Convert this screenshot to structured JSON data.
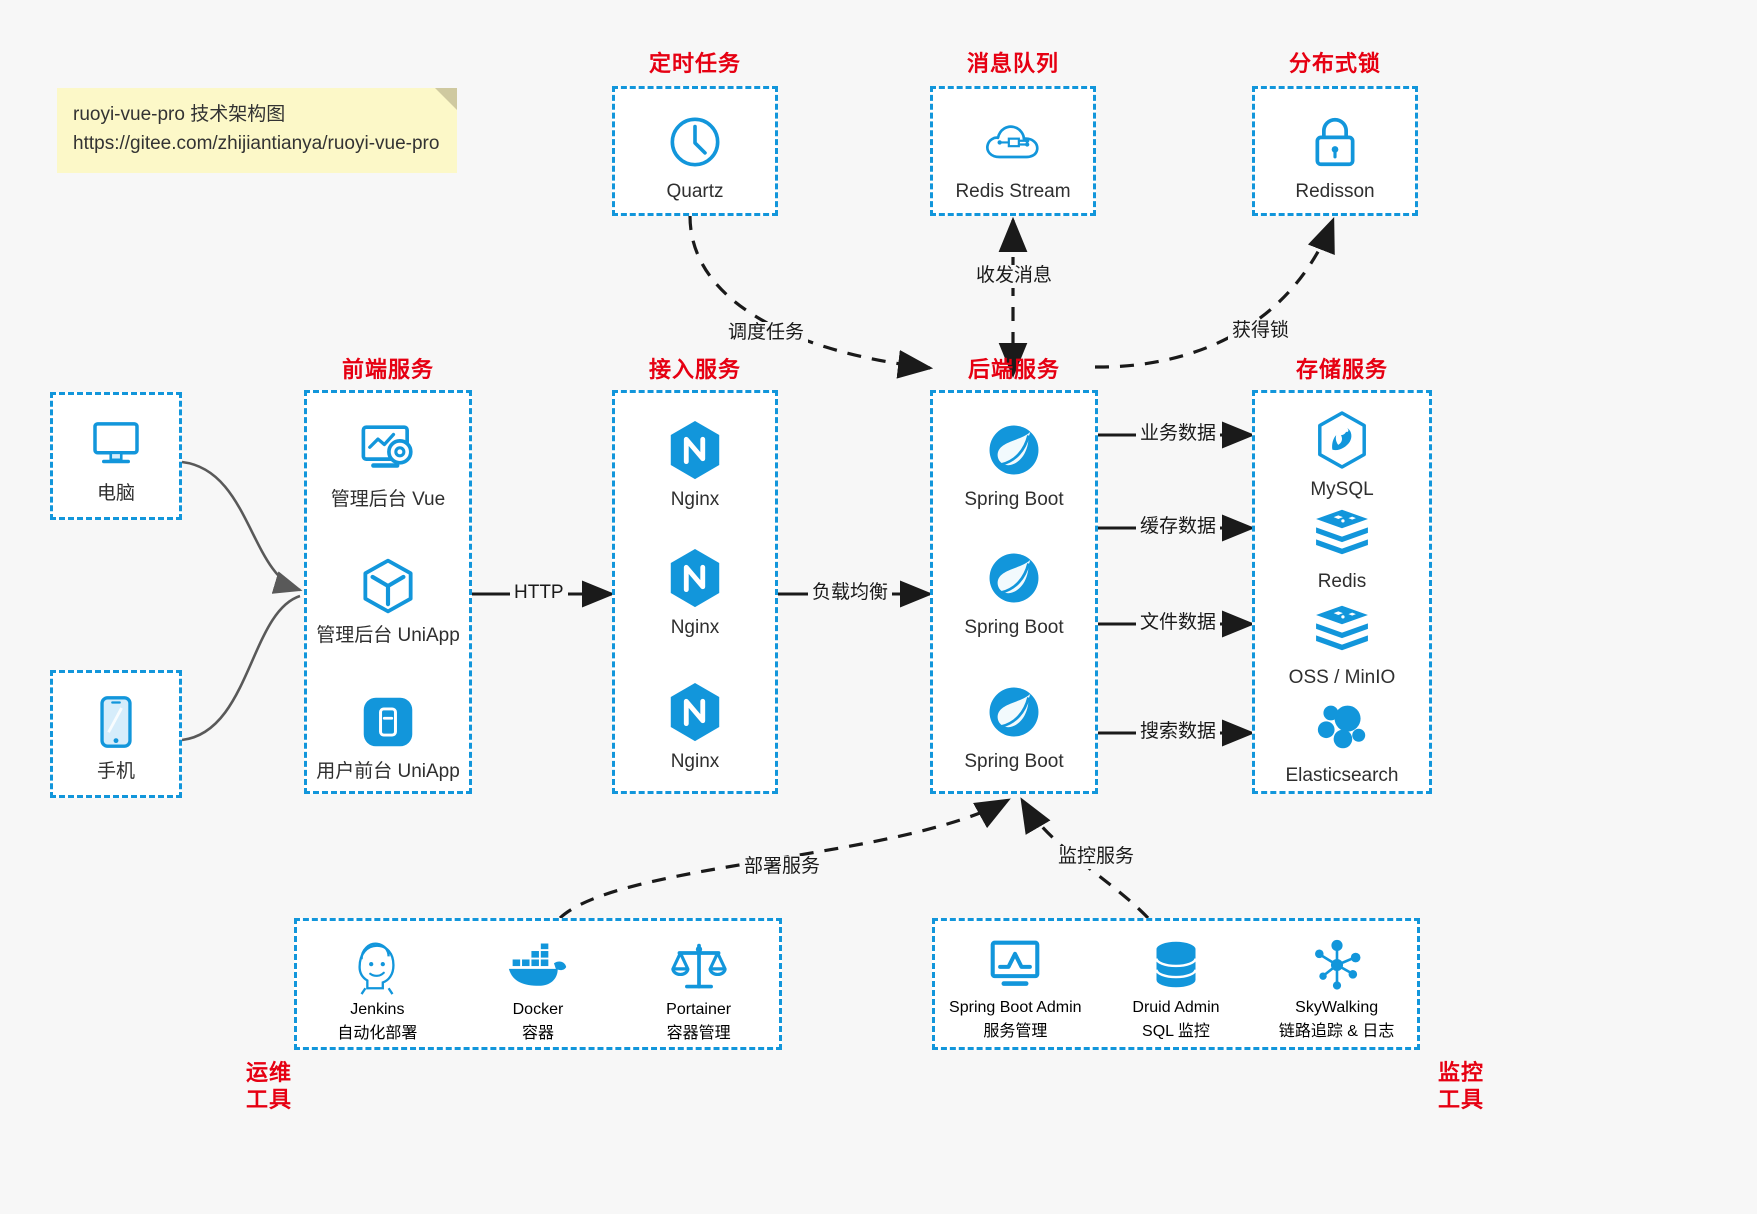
{
  "note": {
    "line1": "ruoyi-vue-pro 技术架构图",
    "line2": "https://gitee.com/zhijiantianya/ruoyi-vue-pro"
  },
  "colors": {
    "accent_blue": "#1296db",
    "title_red": "#e60012",
    "text_dark": "#2f2f2f",
    "arrow_gray": "#595959",
    "note_yellow": "#fcf8c8",
    "page_bg": "#f7f7f7"
  },
  "groups": {
    "scheduler": {
      "title": "定时任务",
      "items": [
        {
          "label": "Quartz",
          "icon": "clock-icon"
        }
      ]
    },
    "mq": {
      "title": "消息队列",
      "items": [
        {
          "label": "Redis Stream",
          "icon": "cloud-stream-icon"
        }
      ]
    },
    "lock": {
      "title": "分布式锁",
      "items": [
        {
          "label": "Redisson",
          "icon": "padlock-icon"
        }
      ]
    },
    "clients": {
      "items": [
        {
          "label": "电脑",
          "icon": "desktop-icon"
        },
        {
          "label": "手机",
          "icon": "mobile-icon"
        }
      ]
    },
    "frontend": {
      "title": "前端服务",
      "items": [
        {
          "label": "管理后台 Vue",
          "icon": "dashboard-gear-icon"
        },
        {
          "label": "管理后台 UniApp",
          "icon": "cube-icon"
        },
        {
          "label": "用户前台 UniApp",
          "icon": "app-window-icon"
        }
      ]
    },
    "gateway": {
      "title": "接入服务",
      "items": [
        {
          "label": "Nginx",
          "icon": "nginx-icon"
        },
        {
          "label": "Nginx",
          "icon": "nginx-icon"
        },
        {
          "label": "Nginx",
          "icon": "nginx-icon"
        }
      ]
    },
    "backend": {
      "title": "后端服务",
      "items": [
        {
          "label": "Spring Boot",
          "icon": "spring-boot-icon"
        },
        {
          "label": "Spring Boot",
          "icon": "spring-boot-icon"
        },
        {
          "label": "Spring Boot",
          "icon": "spring-boot-icon"
        }
      ]
    },
    "storage": {
      "title": "存储服务",
      "items": [
        {
          "label": "MySQL",
          "icon": "mysql-icon"
        },
        {
          "label": "Redis",
          "icon": "redis-icon"
        },
        {
          "label": "OSS / MinIO",
          "icon": "oss-minio-icon"
        },
        {
          "label": "Elasticsearch",
          "icon": "elasticsearch-icon"
        }
      ]
    },
    "devops": {
      "title_line1": "运维",
      "title_line2": "工具",
      "items": [
        {
          "label": "Jenkins",
          "sub": "自动化部署",
          "icon": "jenkins-icon"
        },
        {
          "label": "Docker",
          "sub": "容器",
          "icon": "docker-icon"
        },
        {
          "label": "Portainer",
          "sub": "容器管理",
          "icon": "scales-icon"
        }
      ]
    },
    "monitor": {
      "title_line1": "监控",
      "title_line2": "工具",
      "items": [
        {
          "label": "Spring Boot Admin",
          "sub": "服务管理",
          "icon": "monitor-chart-icon"
        },
        {
          "label": "Druid Admin",
          "sub": "SQL 监控",
          "icon": "database-icon"
        },
        {
          "label": "SkyWalking",
          "sub": "链路追踪 & 日志",
          "icon": "skywalking-icon"
        }
      ]
    }
  },
  "edges": [
    {
      "id": "http",
      "label": "HTTP"
    },
    {
      "id": "loadbalance",
      "label": "负载均衡"
    },
    {
      "id": "schedule",
      "label": "调度任务"
    },
    {
      "id": "mq_exchange",
      "label": "收发消息"
    },
    {
      "id": "acquire_lock",
      "label": "获得锁"
    },
    {
      "id": "biz_data",
      "label": "业务数据"
    },
    {
      "id": "cache_data",
      "label": "缓存数据"
    },
    {
      "id": "file_data",
      "label": "文件数据"
    },
    {
      "id": "search_data",
      "label": "搜索数据"
    },
    {
      "id": "deploy",
      "label": "部署服务"
    },
    {
      "id": "monitoring",
      "label": "监控服务"
    }
  ]
}
